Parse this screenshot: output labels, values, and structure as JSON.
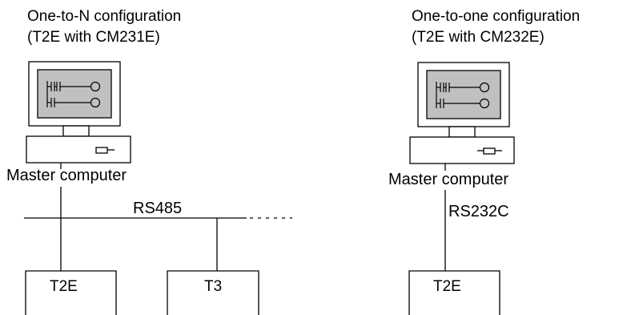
{
  "left": {
    "title_line1": "One-to-N configuration",
    "title_line2": "(T2E with CM231E)",
    "computer_label": "Master computer",
    "bus_label": "RS485",
    "devices": [
      "T2E",
      "T3"
    ]
  },
  "right": {
    "title_line1": "One-to-one configuration",
    "title_line2": "(T2E with CM232E)",
    "computer_label": "Master computer",
    "link_label": "RS232C",
    "device": "T2E"
  },
  "colors": {
    "line": "#000000",
    "screen": "#c0c0c0",
    "background": "#ffffff"
  }
}
